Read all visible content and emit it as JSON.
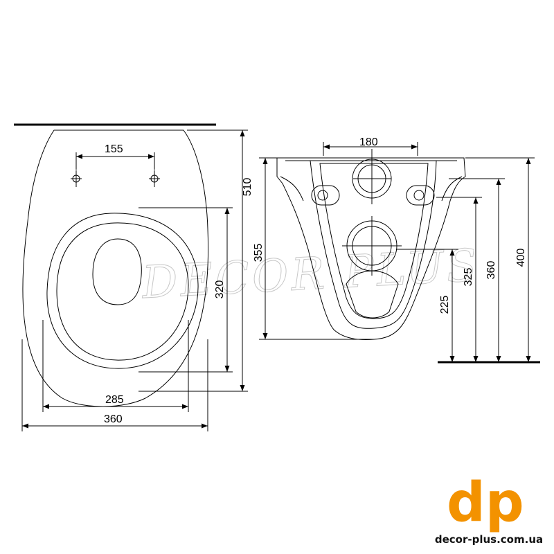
{
  "drawing": {
    "top_view": {
      "seat_mounting_holes_distance": "155",
      "total_length": "510",
      "opening_length": "320",
      "opening_width": "285",
      "total_width": "360"
    },
    "front_view": {
      "top_width": "180",
      "depth_height": "355",
      "outlet_height": "225",
      "fixing_height": "325",
      "middle_height": "360",
      "total_height": "400"
    }
  },
  "watermark": "DECOR PLUS",
  "brand": {
    "logo": "dp",
    "website": "decor-plus.com.ua",
    "color": "#f39200"
  }
}
